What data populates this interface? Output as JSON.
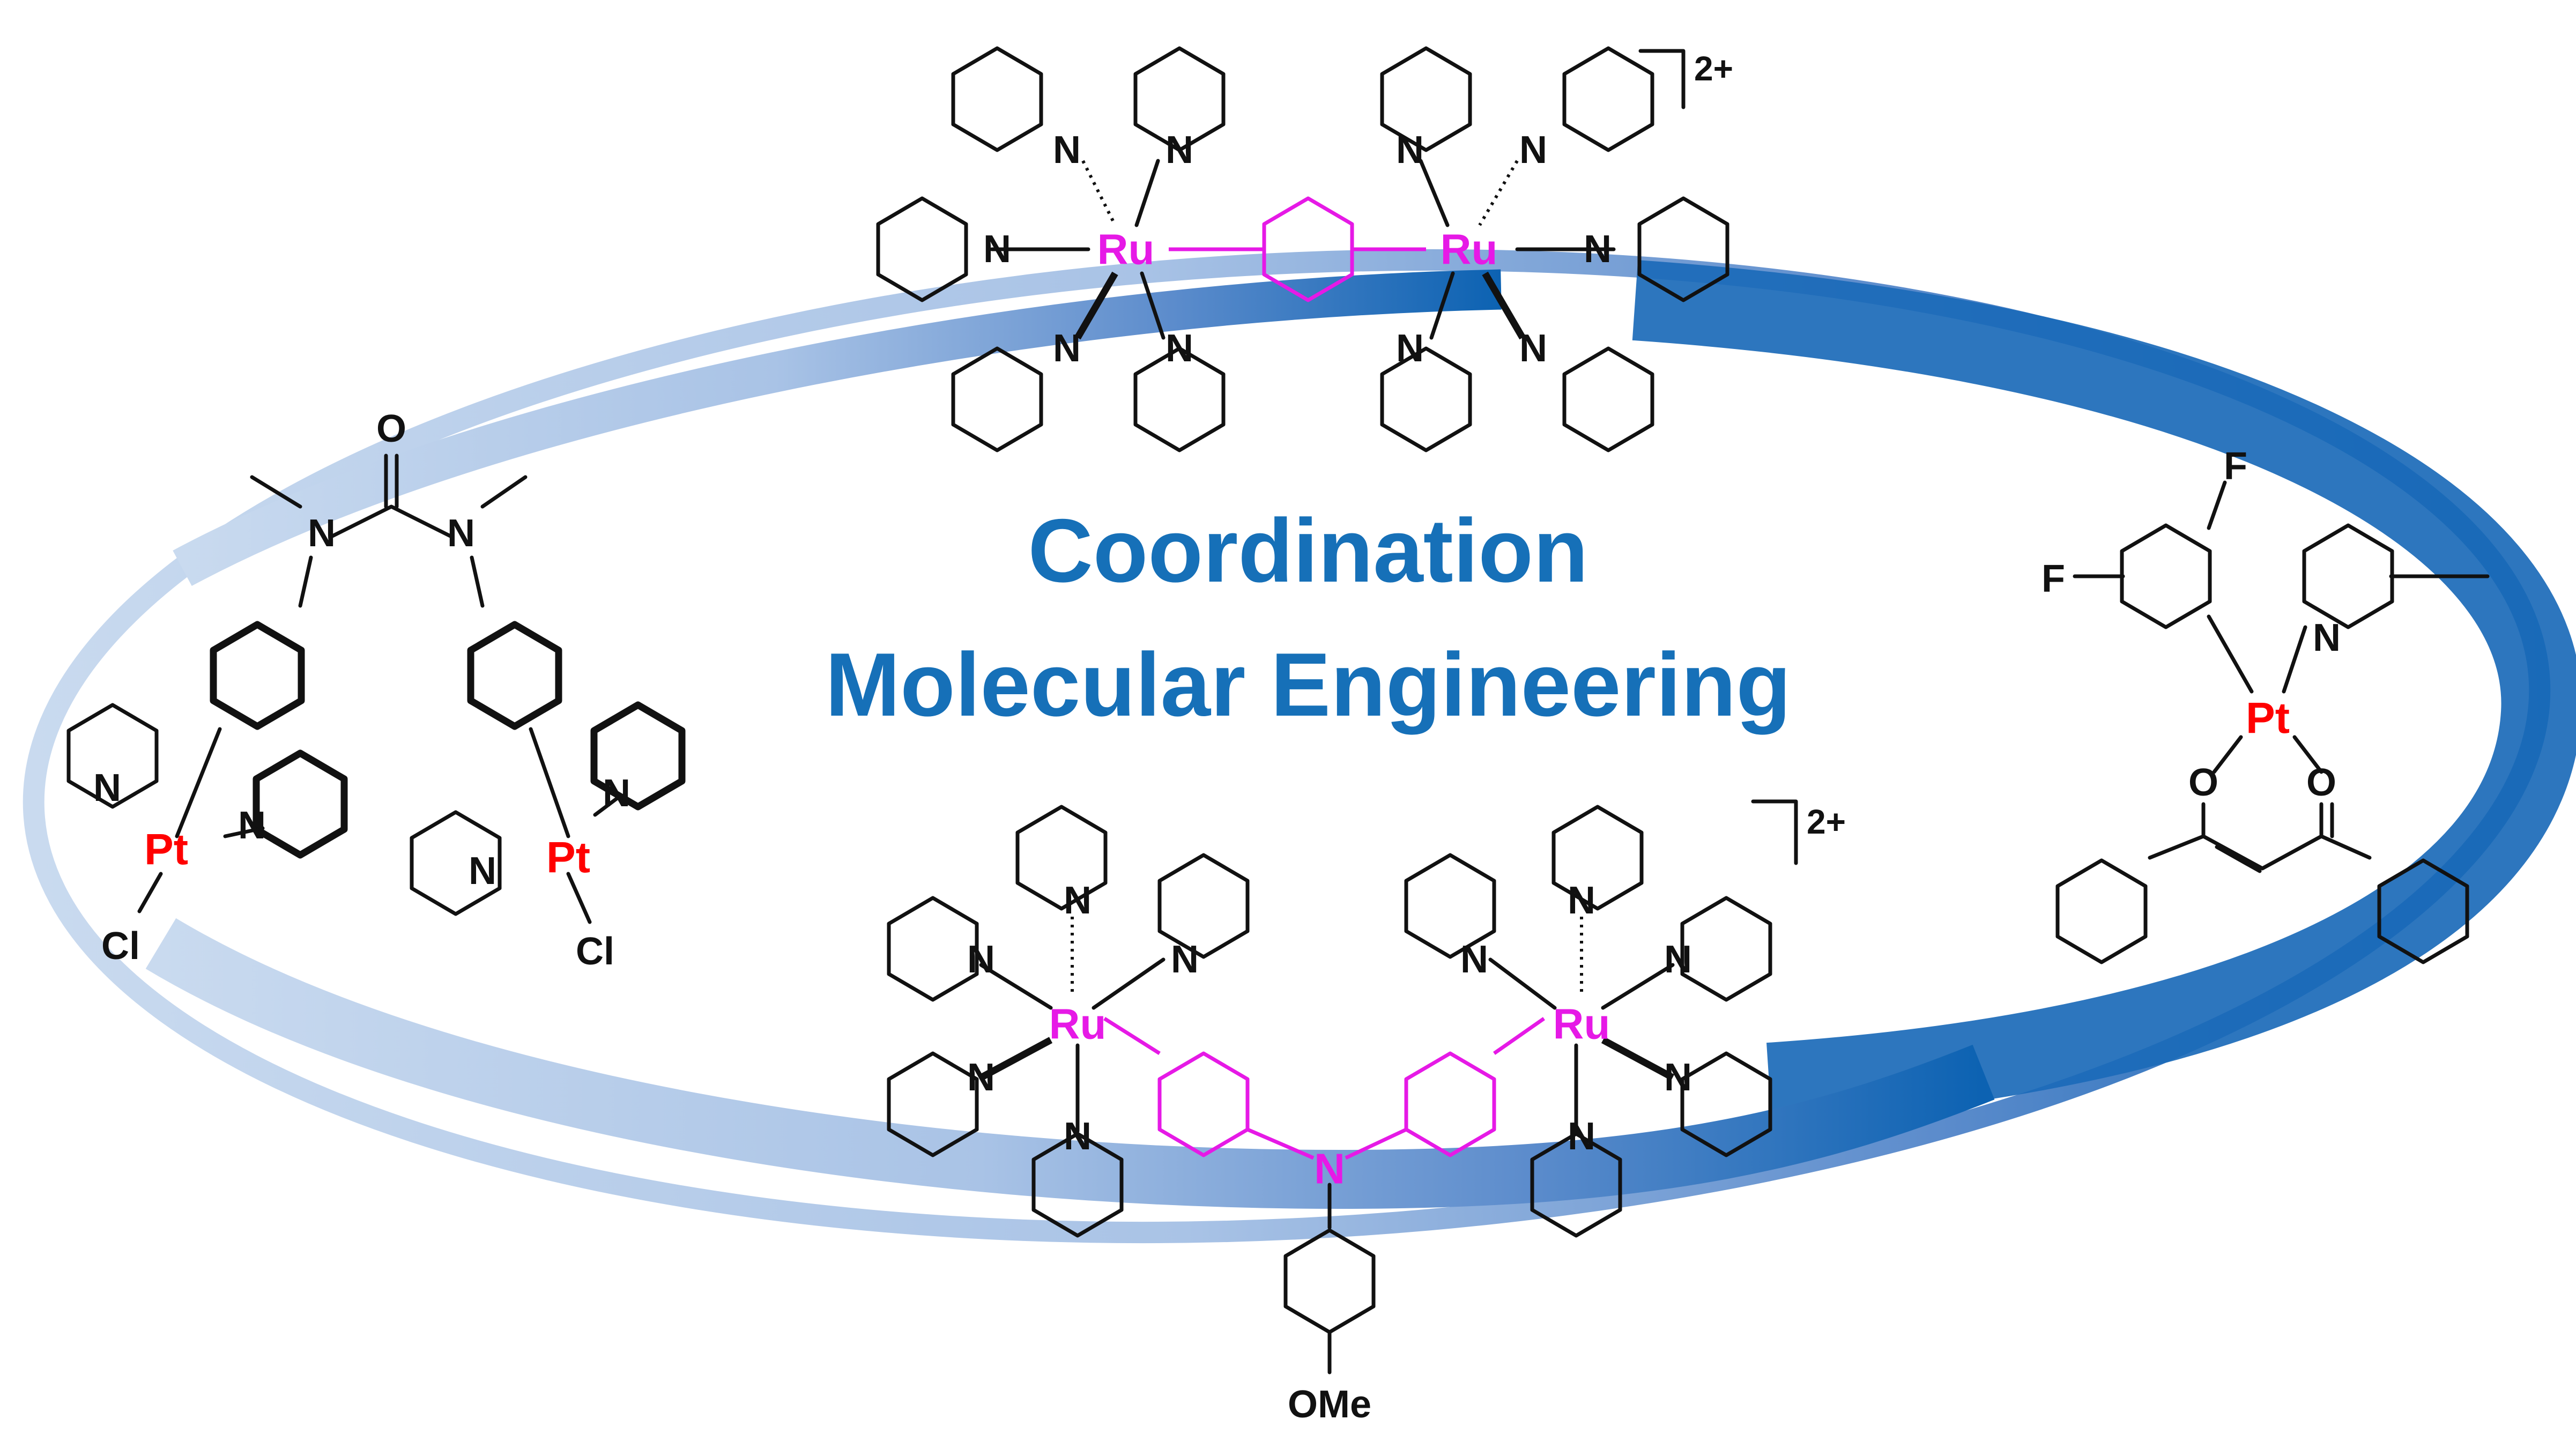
{
  "title": {
    "line1": "Coordination",
    "line2": "Molecular Engineering"
  },
  "charges": {
    "top": "2+",
    "bottom": "2+"
  },
  "atoms": {
    "ru": "Ru",
    "pt": "Pt",
    "n": "N",
    "o": "O",
    "f": "F",
    "cl": "Cl",
    "ome": "OMe"
  },
  "colors": {
    "title": "#1670b8",
    "ring_light": "#c7d8ee",
    "ring_dark": "#0f64b3",
    "ru_core": "#e619e6",
    "pt": "#ff0000",
    "bonds": "#111111"
  },
  "molecules": [
    "top-diruthenium-complex",
    "bottom-diruthenium-complex",
    "left-diplatinum-urea-complex",
    "right-platinum-diketonate-complex"
  ]
}
